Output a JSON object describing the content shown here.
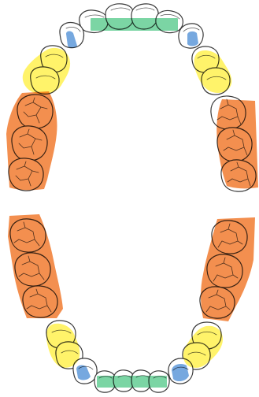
{
  "colors": {
    "incisors": "#56c98a",
    "canines": "#4f8fd6",
    "premolars": "#ffef40",
    "molars": "#f0701e"
  },
  "arches": [
    {
      "name": "upper-arch",
      "groups": [
        {
          "type": "molars",
          "side": "right",
          "count": 3
        },
        {
          "type": "premolars",
          "side": "right",
          "count": 2
        },
        {
          "type": "canines",
          "side": "right",
          "count": 1
        },
        {
          "type": "incisors",
          "side": "center",
          "count": 4
        },
        {
          "type": "canines",
          "side": "left",
          "count": 1
        },
        {
          "type": "premolars",
          "side": "left",
          "count": 2
        },
        {
          "type": "molars",
          "side": "left",
          "count": 3
        }
      ]
    },
    {
      "name": "lower-arch",
      "groups": [
        {
          "type": "molars",
          "side": "right",
          "count": 3
        },
        {
          "type": "premolars",
          "side": "right",
          "count": 2
        },
        {
          "type": "canines",
          "side": "right",
          "count": 1
        },
        {
          "type": "incisors",
          "side": "center",
          "count": 4
        },
        {
          "type": "canines",
          "side": "left",
          "count": 1
        },
        {
          "type": "premolars",
          "side": "left",
          "count": 2
        },
        {
          "type": "molars",
          "side": "left",
          "count": 3
        }
      ]
    }
  ]
}
